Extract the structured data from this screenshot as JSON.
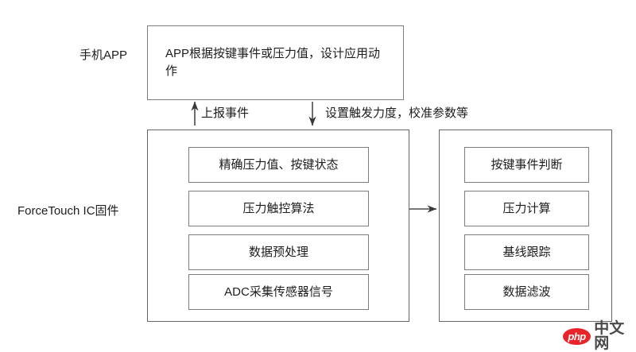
{
  "diagram": {
    "title_layers": [
      {
        "label": "手机APP"
      },
      {
        "label": "ForceTouch IC固件"
      }
    ],
    "app_layer": {
      "side_label": "手机APP",
      "box_text": "APP根据按键事件或压力值，设计应用动作"
    },
    "firmware_layer": {
      "side_label": "ForceTouch IC固件"
    },
    "connectors": {
      "up_label": "上报事件",
      "down_label": "设置触发力度，校准参数等"
    },
    "left_column": {
      "nodes": [
        {
          "label": "精确压力值、按键状态"
        },
        {
          "label": "压力触控算法"
        },
        {
          "label": "数据预处理"
        },
        {
          "label": "ADC采集传感器信号"
        }
      ]
    },
    "right_column": {
      "nodes": [
        {
          "label": "按键事件判断"
        },
        {
          "label": "压力计算"
        },
        {
          "label": "基线跟踪"
        },
        {
          "label": "数据滤波"
        }
      ]
    },
    "watermark": {
      "logo_text": "php",
      "site_text": "中文网"
    },
    "colors": {
      "background": "#ffffff",
      "box_border": "#7d7d7d",
      "group_border": "#666666",
      "text": "#1d1d1d",
      "arrow": "#4a4a4a",
      "watermark_red": "#e8232a",
      "watermark_gray": "#4a4a4a"
    }
  }
}
